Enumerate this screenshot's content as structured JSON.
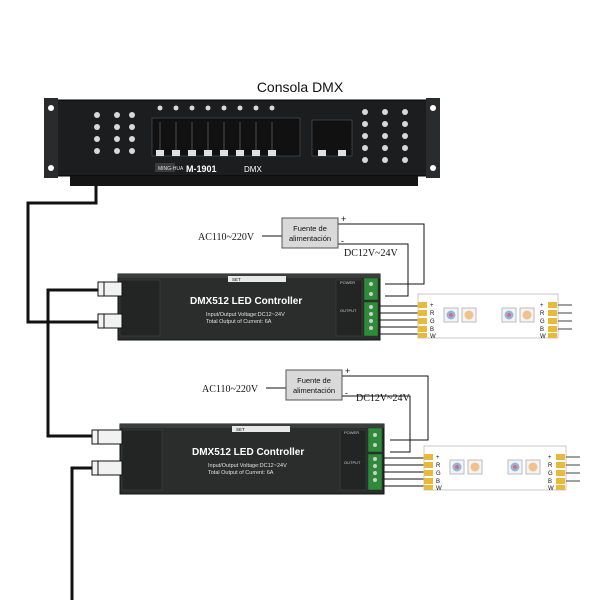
{
  "title": "Consola DMX",
  "console": {
    "model": "M-1901",
    "suffix": "DMX",
    "brand": "MING-HUA"
  },
  "power_supply_1": {
    "input": "AC110~220V",
    "label_line1": "Fuente de",
    "label_line2": "alimentación",
    "output": "DC12V~24V",
    "plus": "+",
    "minus": "-"
  },
  "power_supply_2": {
    "input": "AC110~220V",
    "label_line1": "Fuente de",
    "label_line2": "alimentación",
    "output": "DC12V~24V",
    "plus": "+",
    "minus": "-"
  },
  "controller_1": {
    "title": "DMX512 LED Controller",
    "voltage": "Input/Output Voltage:DC12~24V",
    "current": "Total Output of Current: 6A",
    "set_label": "SET",
    "power_label": "POWER",
    "output_label": "OUTPUT"
  },
  "controller_2": {
    "title": "DMX512 LED Controller",
    "voltage": "Input/Output Voltage:DC12~24V",
    "current": "Total Output of Current: 6A",
    "set_label": "SET",
    "power_label": "POWER",
    "output_label": "OUTPUT"
  },
  "strip_channels": [
    "+",
    "R",
    "G",
    "B",
    "W"
  ],
  "colors": {
    "device": "#2b2d2c",
    "wire": "#111111",
    "psu_fill": "#d9d9d9",
    "terminal": "#2f8a3a",
    "strip_pad": "#e8b93a"
  }
}
